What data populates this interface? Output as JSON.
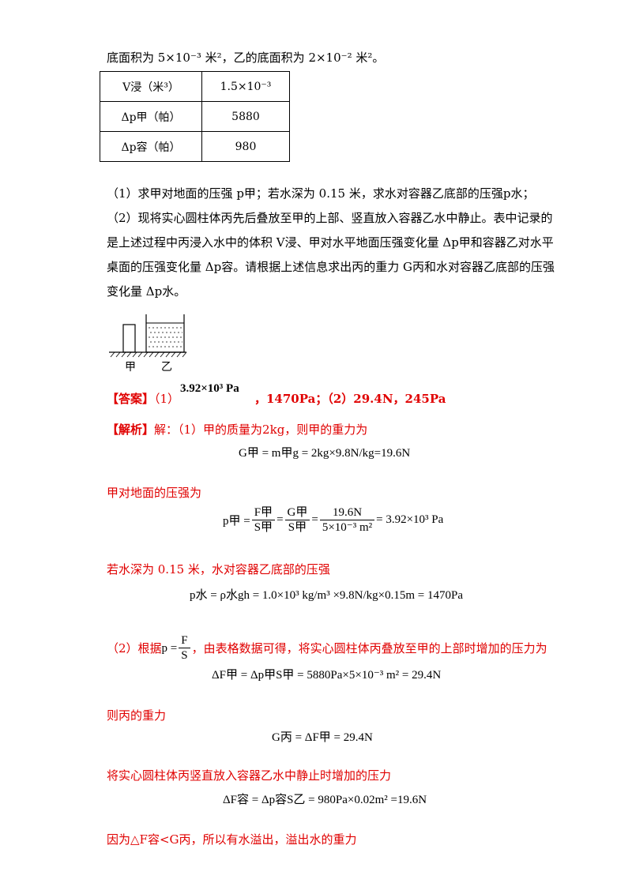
{
  "intro_line": "底面积为 5×10⁻³ 米²，乙的底面积为 2×10⁻² 米²。",
  "table": {
    "rows": [
      {
        "label": "V浸（米³）",
        "value": "1.5×10⁻³"
      },
      {
        "label": "Δp甲（帕）",
        "value": "5880"
      },
      {
        "label": "Δp容（帕）",
        "value": "980"
      }
    ]
  },
  "question": {
    "q1": "（1）求甲对地面的压强 p甲；若水深为 0.15 米，求水对容器乙底部的压强p水；",
    "q2_l1": "（2）现将实心圆柱体丙先后叠放至甲的上部、竖直放入容器乙水中静止。表中记录的",
    "q2_l2": "是上述过程中丙浸入水中的体积 V浸、甲对水平地面压强变化量 Δp甲和容器乙对水平",
    "q2_l3": "桌面的压强变化量 Δp容。请根据上述信息求出丙的重力 G丙和水对容器乙底部的压强",
    "q2_l4": "变化量 Δp水。"
  },
  "figure": {
    "label_jia": "甲",
    "label_yi": "乙"
  },
  "answer": {
    "tag": "【答案】",
    "p1": "（1）",
    "v1": "3.92×10³ Pa",
    "rest": "，1470Pa；（2）29.4N，245Pa"
  },
  "analysis": {
    "tag": "【解析】",
    "s1": "解：（1）甲的质量为2kg，则甲的重力为",
    "eq1": "G甲 = m甲g = 2kg×9.8N/kg=19.6N",
    "s2": "甲对地面的压强为",
    "eq2_lhs": "p甲 =",
    "eq2_f1n": "F甲",
    "eq2_f1d": "S甲",
    "eq2_f2n": "G甲",
    "eq2_f2d": "S甲",
    "eq2_f3n": "19.6N",
    "eq2_f3d": "5×10⁻³ m²",
    "eq2_rhs": "= 3.92×10³ Pa",
    "s3": "若水深为 0.15 米，水对容器乙底部的压强",
    "eq3": "p水 = ρ水gh = 1.0×10³ kg/m³ ×9.8N/kg×0.15m = 1470Pa",
    "s4_a": "（2）根据",
    "s4_p": "p =",
    "s4_fn": "F",
    "s4_fd": "S",
    "s4_b": "，由表格数据可得，将实心圆柱体丙叠放至甲的上部时增加的压力为",
    "eq4": "ΔF甲 = Δp甲S甲 = 5880Pa×5×10⁻³ m² = 29.4N",
    "s5": "则丙的重力",
    "eq5": "G丙 = ΔF甲 = 29.4N",
    "s6": "将实心圆柱体丙竖直放入容器乙水中静止时增加的压力",
    "eq6": "ΔF容 = Δp容S乙 = 980Pa×0.02m² =19.6N",
    "s7": "因为△F容<G丙，所以有水溢出，溢出水的重力"
  }
}
